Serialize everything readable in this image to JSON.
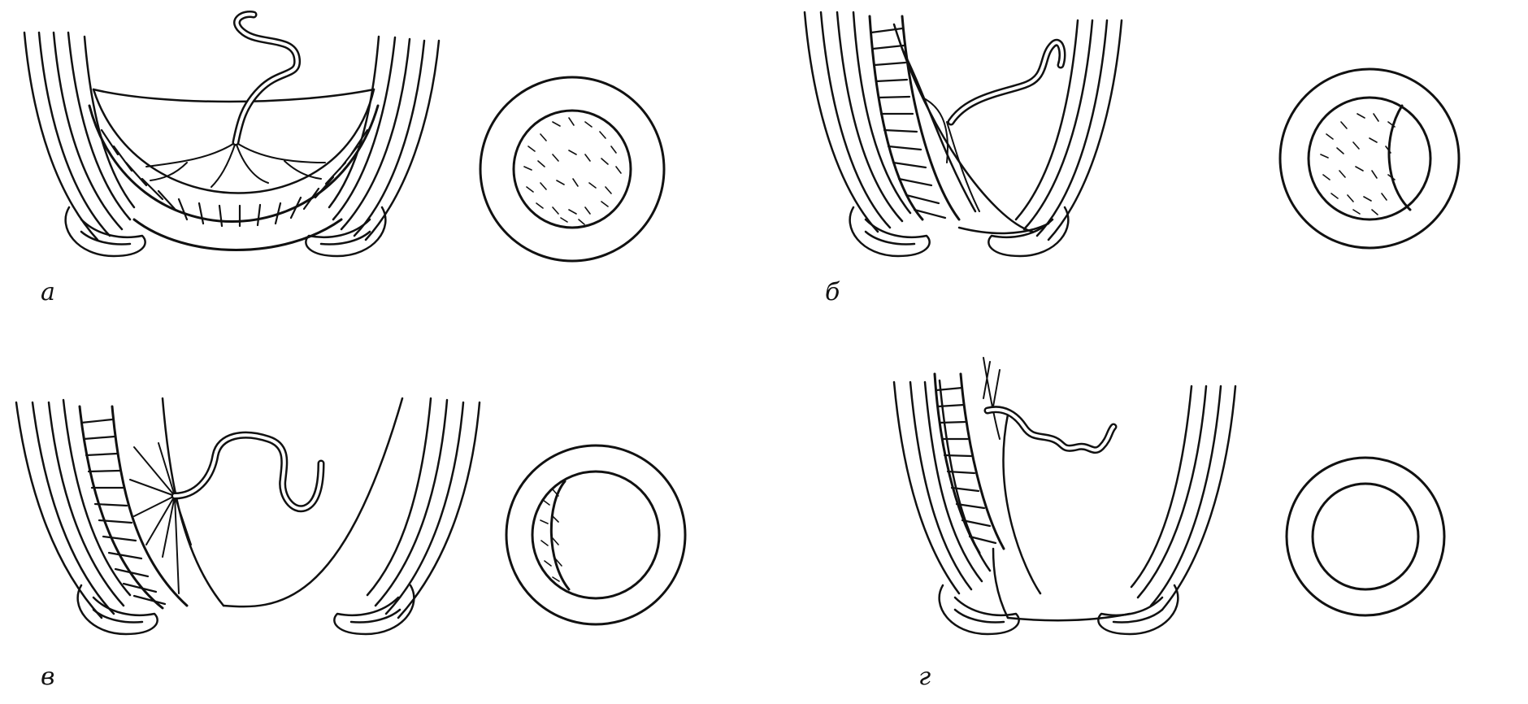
{
  "colors": {
    "ink": "#111111",
    "paper": "#ffffff"
  },
  "panels": [
    {
      "label": "а",
      "placenta_coverage": 1.0,
      "variant": "complete-central"
    },
    {
      "label": "б",
      "placenta_coverage": 0.75,
      "variant": "partial"
    },
    {
      "label": "в",
      "placenta_coverage": 0.25,
      "variant": "marginal"
    },
    {
      "label": "г",
      "placenta_coverage": 0.0,
      "variant": "low-lying"
    }
  ]
}
